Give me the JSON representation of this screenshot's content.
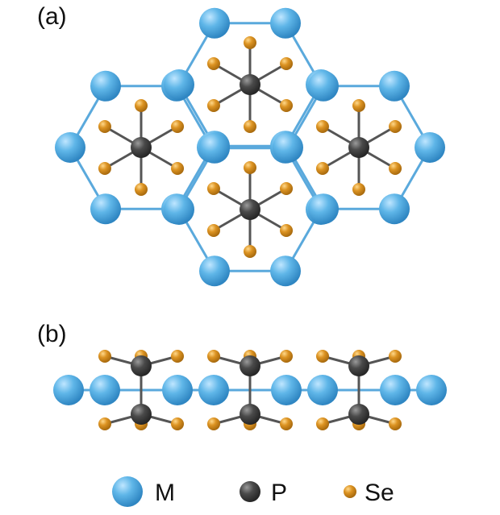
{
  "panels": {
    "a": {
      "label": "(a)"
    },
    "b": {
      "label": "(b)"
    }
  },
  "legend": [
    {
      "key": "M",
      "label": "M",
      "color": "#4aa8df"
    },
    {
      "key": "P",
      "label": "P",
      "color": "#3d3d3d"
    },
    {
      "key": "Se",
      "label": "Se",
      "color": "#d48b1a"
    }
  ],
  "colors": {
    "M": "#4aa8df",
    "P": "#3d3d3d",
    "Se": "#d48b1a",
    "bond_MM": "#5aa9dc",
    "bond_PSe": "#555555"
  }
}
